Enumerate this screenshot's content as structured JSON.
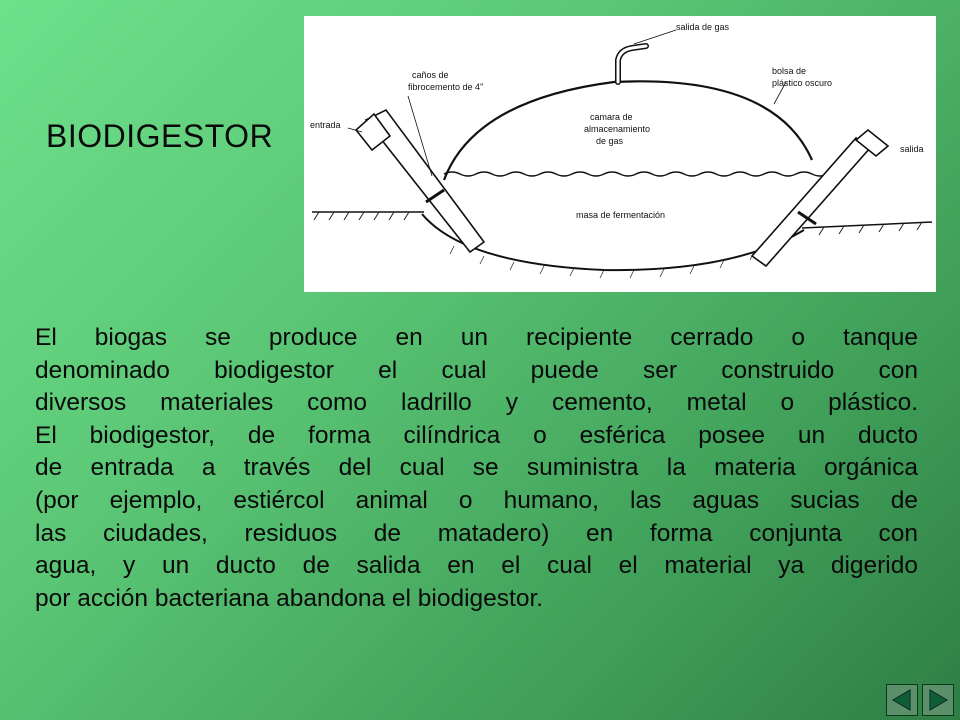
{
  "slide": {
    "title": "BIODIGESTOR"
  },
  "diagram": {
    "labels": {
      "gas_outlet": "salida de gas",
      "pipes": [
        "caños de",
        "fibrocemento de 4''"
      ],
      "bag": [
        "bolsa de",
        "plástico oscuro"
      ],
      "inlet": "entrada",
      "chamber": [
        "camara de",
        "almacenamiento",
        "de gas"
      ],
      "outlet": "salida",
      "mass": "masa de fermentación"
    }
  },
  "body": {
    "lines": [
      "El biogas se produce en un recipiente cerrado o tanque",
      "denominado biodigestor el cual puede ser construido con",
      "diversos materiales como ladrillo y cemento, metal o plástico.",
      "El biodigestor, de forma cilíndrica o esférica posee un ducto",
      "de entrada a través del cual se suministra la materia orgánica",
      "(por ejemplo, estiércol animal o humano, las aguas sucias de",
      "las ciudades, residuos de matadero) en forma conjunta con",
      "agua, y un ducto de salida en el cual el material ya digerido",
      "por acción bacteriana abandona el biodigestor."
    ]
  },
  "nav": {
    "prev_icon": "triangle-left-icon",
    "next_icon": "triangle-right-icon",
    "icon_color": "#0e5e3a"
  }
}
